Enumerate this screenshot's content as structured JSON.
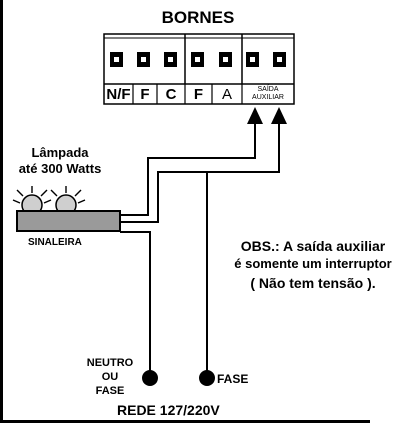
{
  "block": {
    "title": "BORNES",
    "terminals": [
      {
        "label": "N/F"
      },
      {
        "label": "F"
      },
      {
        "label": "C"
      },
      {
        "label": "F"
      },
      {
        "label": "A"
      }
    ],
    "aux_label_line1": "SAÍDA",
    "aux_label_line2": "AUXILIAR"
  },
  "lamp": {
    "title_line1": "Lâmpada",
    "title_line2": "até 300 Watts",
    "device_label": "SINALEIRA"
  },
  "note": {
    "line1": "OBS.: A saída auxiliar",
    "line2": "é somente um interruptor",
    "line3": "( Não tem tensão )."
  },
  "grid": {
    "neutral_line1": "NEUTRO",
    "neutral_line2": "OU",
    "neutral_line3": "FASE",
    "phase_label": "FASE",
    "network_label": "REDE 127/220V"
  },
  "colors": {
    "ink": "#000000",
    "bar_fill": "#9a9a9a",
    "bulb_fill": "#cfcfcf"
  }
}
